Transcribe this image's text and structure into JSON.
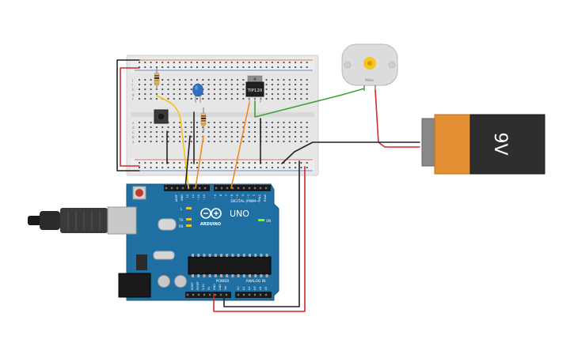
{
  "breadboard": {
    "column_labels": [
      "j",
      "i",
      "h",
      "g",
      "f",
      "e",
      "d",
      "c",
      "b",
      "a"
    ]
  },
  "transistor": {
    "label": "TIP120"
  },
  "motor": {
    "label": "Motor"
  },
  "battery": {
    "label": "9V"
  },
  "arduino": {
    "model_text": "UNO",
    "brand_text": "ARDUINO",
    "digital_header": "DIGITAL (PWM~)",
    "power_header": "POWER",
    "analog_header": "ANALOG IN",
    "on_label": "ON",
    "led_labels": [
      "L",
      "TX",
      "RX"
    ],
    "top_pin_labels": [
      "AREF",
      "GND",
      "13",
      "12",
      "~11",
      "~10",
      "~9",
      "8",
      "7",
      "~6",
      "~5",
      "4",
      "~3",
      "2",
      "TX▸1",
      "RX◂0"
    ],
    "power_pin_labels": [
      "IOREF",
      "RESET",
      "3.3V",
      "5V",
      "GND",
      "GND",
      "Vin"
    ],
    "analog_pin_labels": [
      "A0",
      "A1",
      "A2",
      "A3",
      "A4",
      "A5"
    ]
  },
  "colors": {
    "board_blue": "#1f6fa3",
    "breadboard": "#e9e9e9",
    "wire_red": "#d42a2a",
    "wire_black": "#222222",
    "wire_yellow": "#f0c419",
    "wire_orange": "#f08a1c",
    "wire_green": "#3aa23a",
    "battery_orange": "#e58f35",
    "battery_black": "#2e2e2e"
  }
}
